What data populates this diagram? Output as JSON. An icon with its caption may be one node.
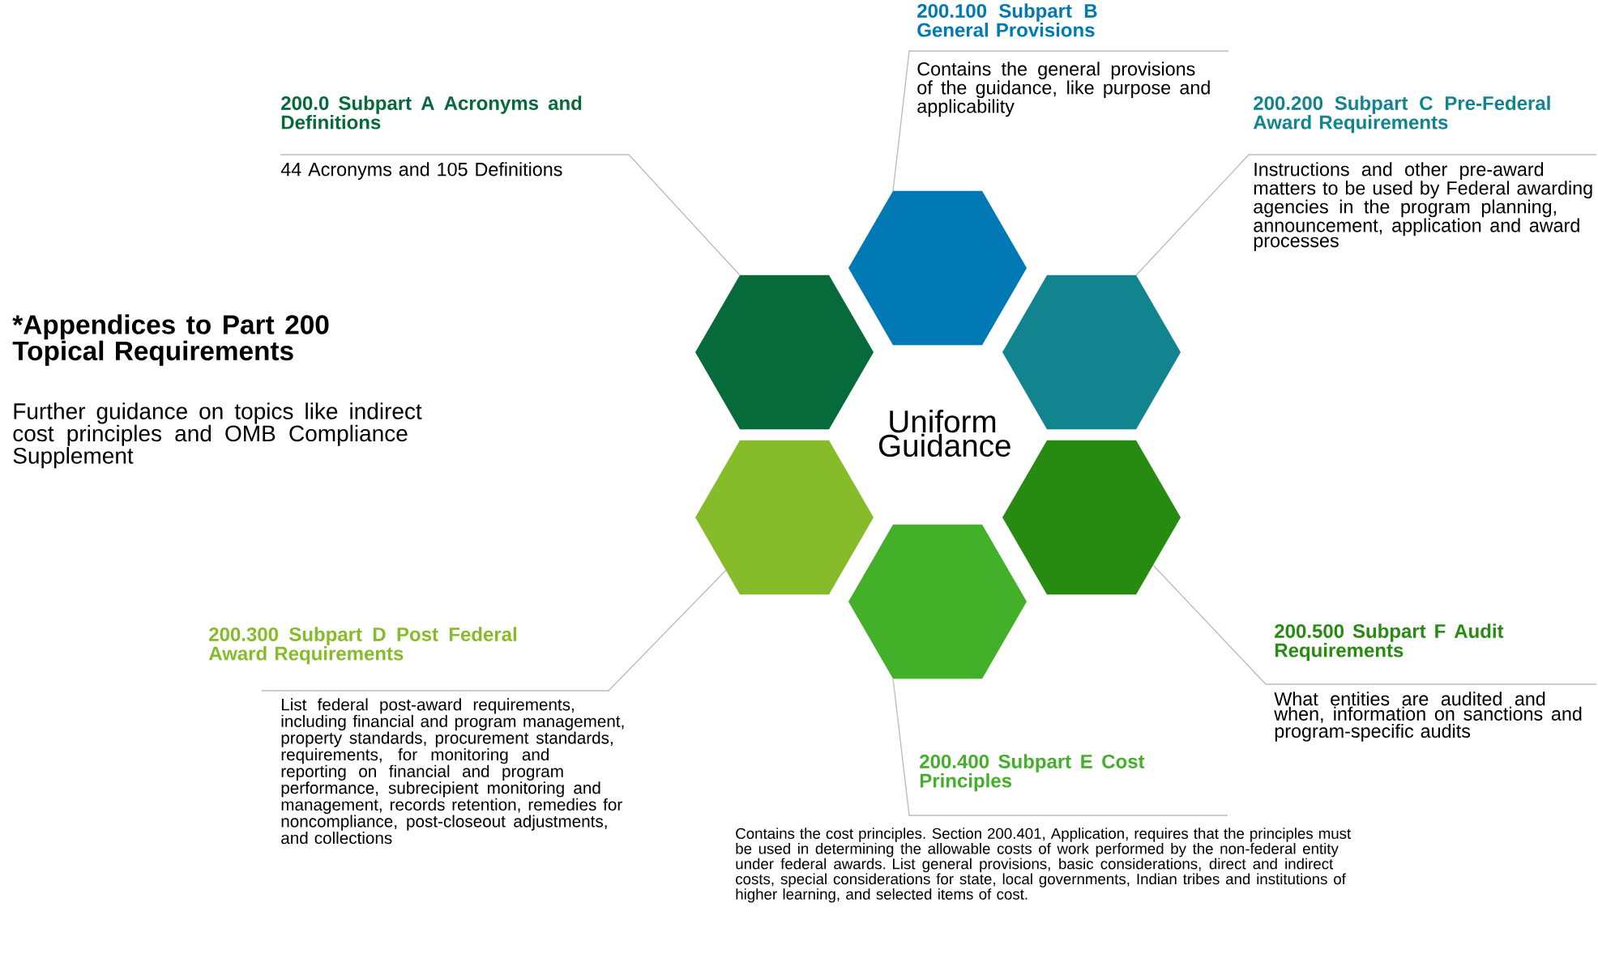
{
  "diagram": {
    "nodes": [
      {
        "text": [
          "200.0 Subpart A Acronyms and Definitions",
          "44 Acronyms and 105 Definitions"
        ]
      },
      {
        "text": [
          "200.100 Subpart B General Provisions",
          "Contains the general provisions of the guidance, like purpose and applicability"
        ]
      },
      {
        "text": [
          "200.200 Subpart C Pre-Federal Award Requirements",
          "Instructions and other pre-award matters to be used by Federal awarding agencies in the program planning, announcement, application and award processes"
        ]
      },
      {
        "text": [],
        "shape": "hexagon"
      },
      {
        "text": [],
        "shape": "hexagon"
      },
      {
        "text": [],
        "shape": "hexagon"
      },
      {
        "text": [],
        "shape": "hexagon"
      },
      {
        "text": [],
        "shape": "hexagon"
      },
      {
        "text": [],
        "shape": "hexagon"
      },
      {
        "text": [
          "200.300 Subpart D Post Federal Award Requirements",
          "List federal post-award requirements, including financial and program management, property standards, procurement standards, requirements, for monitoring and reporting on financial and program performance, subrecipient monitoring and management, records retention, remedies for noncompliance, post-closeout adjustments, and collections"
        ]
      },
      {
        "text": [
          "200.500 Subpart F Audit Requirements",
          "What entities are audited and when, information on sanctions and program-specific audits"
        ]
      },
      {
        "text": [
          "200.400 Subpart E Cost Principles",
          "Contains the cost principles. Section 200.401, Application, requires that the principles must be used in determining the allowable costs of work performed by the non-federal entity under federal awards. List general provisions, basic considerations, direct and indirect costs, special considerations for state, local governments, Indian tribes and institutions of higher learning, and selected items of cost."
        ]
      }
    ],
    "edges": [
      {
        "from": 0,
        "to": 4,
        "arrow": "none"
      },
      {
        "from": 1,
        "to": 3,
        "arrow": "none"
      },
      {
        "from": 2,
        "to": 5,
        "arrow": "none"
      },
      {
        "from": 9,
        "to": 6,
        "arrow": "none"
      },
      {
        "from": 10,
        "to": 7,
        "arrow": "none"
      },
      {
        "from": 11,
        "to": 8,
        "arrow": "none"
      }
    ],
    "labels": [
      "Uniform Guidance",
      "*Appendices to Part 200 Topical Requirements",
      "Further guidance on topics like indirect cost principles and OMB Compliance Supplement"
    ]
  }
}
